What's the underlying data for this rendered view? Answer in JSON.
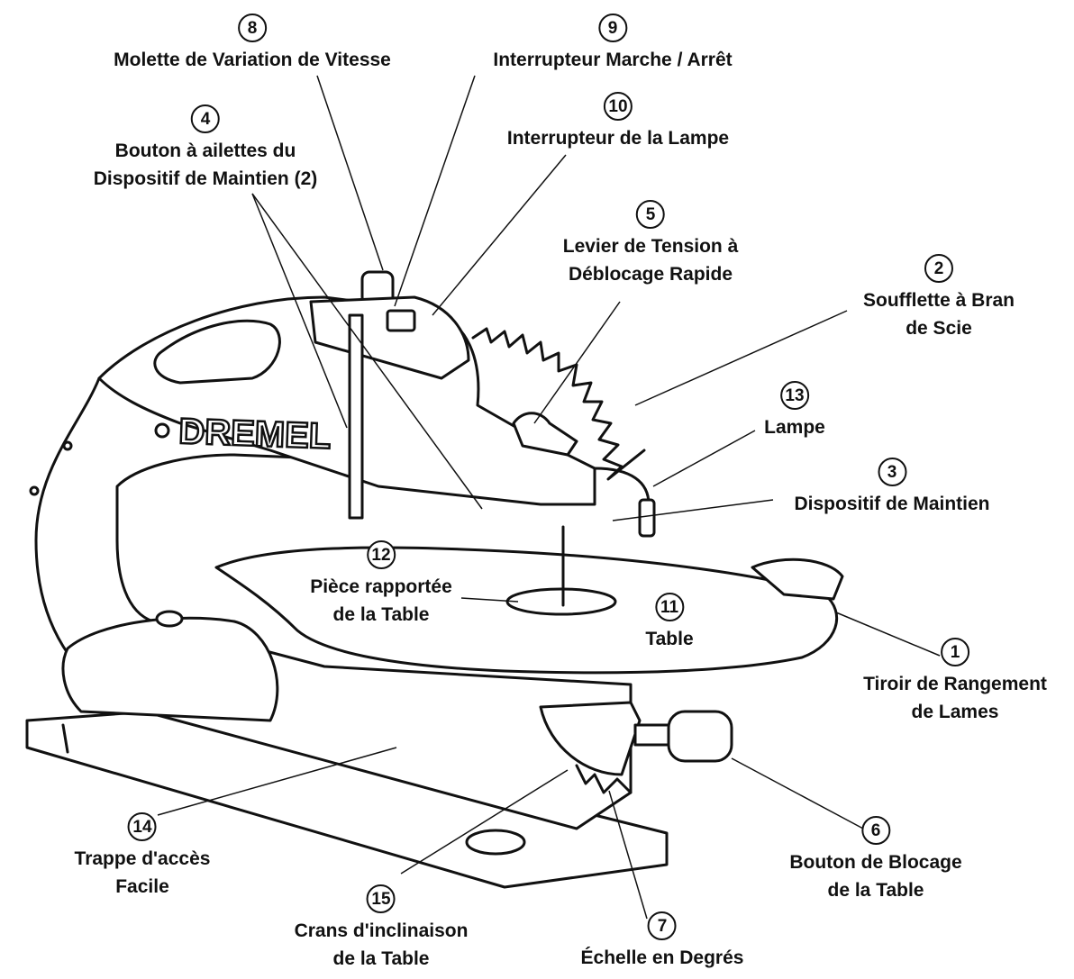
{
  "brand": "DREMEL",
  "colors": {
    "ink": "#111111",
    "paper": "#ffffff"
  },
  "callouts": [
    {
      "num": "1",
      "lines": [
        "Tiroir de Rangement",
        "de Lames"
      ]
    },
    {
      "num": "2",
      "lines": [
        "Soufflette à Bran",
        "de Scie"
      ]
    },
    {
      "num": "3",
      "lines": [
        "Dispositif de Maintien"
      ]
    },
    {
      "num": "4",
      "lines": [
        "Bouton à ailettes du",
        "Dispositif de Maintien (2)"
      ]
    },
    {
      "num": "5",
      "lines": [
        "Levier de Tension à",
        "Déblocage Rapide"
      ]
    },
    {
      "num": "6",
      "lines": [
        "Bouton de Blocage",
        "de la Table"
      ]
    },
    {
      "num": "7",
      "lines": [
        "Échelle en Degrés"
      ]
    },
    {
      "num": "8",
      "lines": [
        "Molette de Variation de Vitesse"
      ]
    },
    {
      "num": "9",
      "lines": [
        "Interrupteur Marche / Arrêt"
      ]
    },
    {
      "num": "10",
      "lines": [
        "Interrupteur de la Lampe"
      ]
    },
    {
      "num": "11",
      "lines": [
        "Table"
      ]
    },
    {
      "num": "12",
      "lines": [
        "Pièce rapportée",
        "de la Table"
      ]
    },
    {
      "num": "13",
      "lines": [
        "Lampe"
      ]
    },
    {
      "num": "14",
      "lines": [
        "Trappe d'accès",
        "Facile"
      ]
    },
    {
      "num": "15",
      "lines": [
        "Crans d'inclinaison",
        "de la Table"
      ]
    }
  ]
}
